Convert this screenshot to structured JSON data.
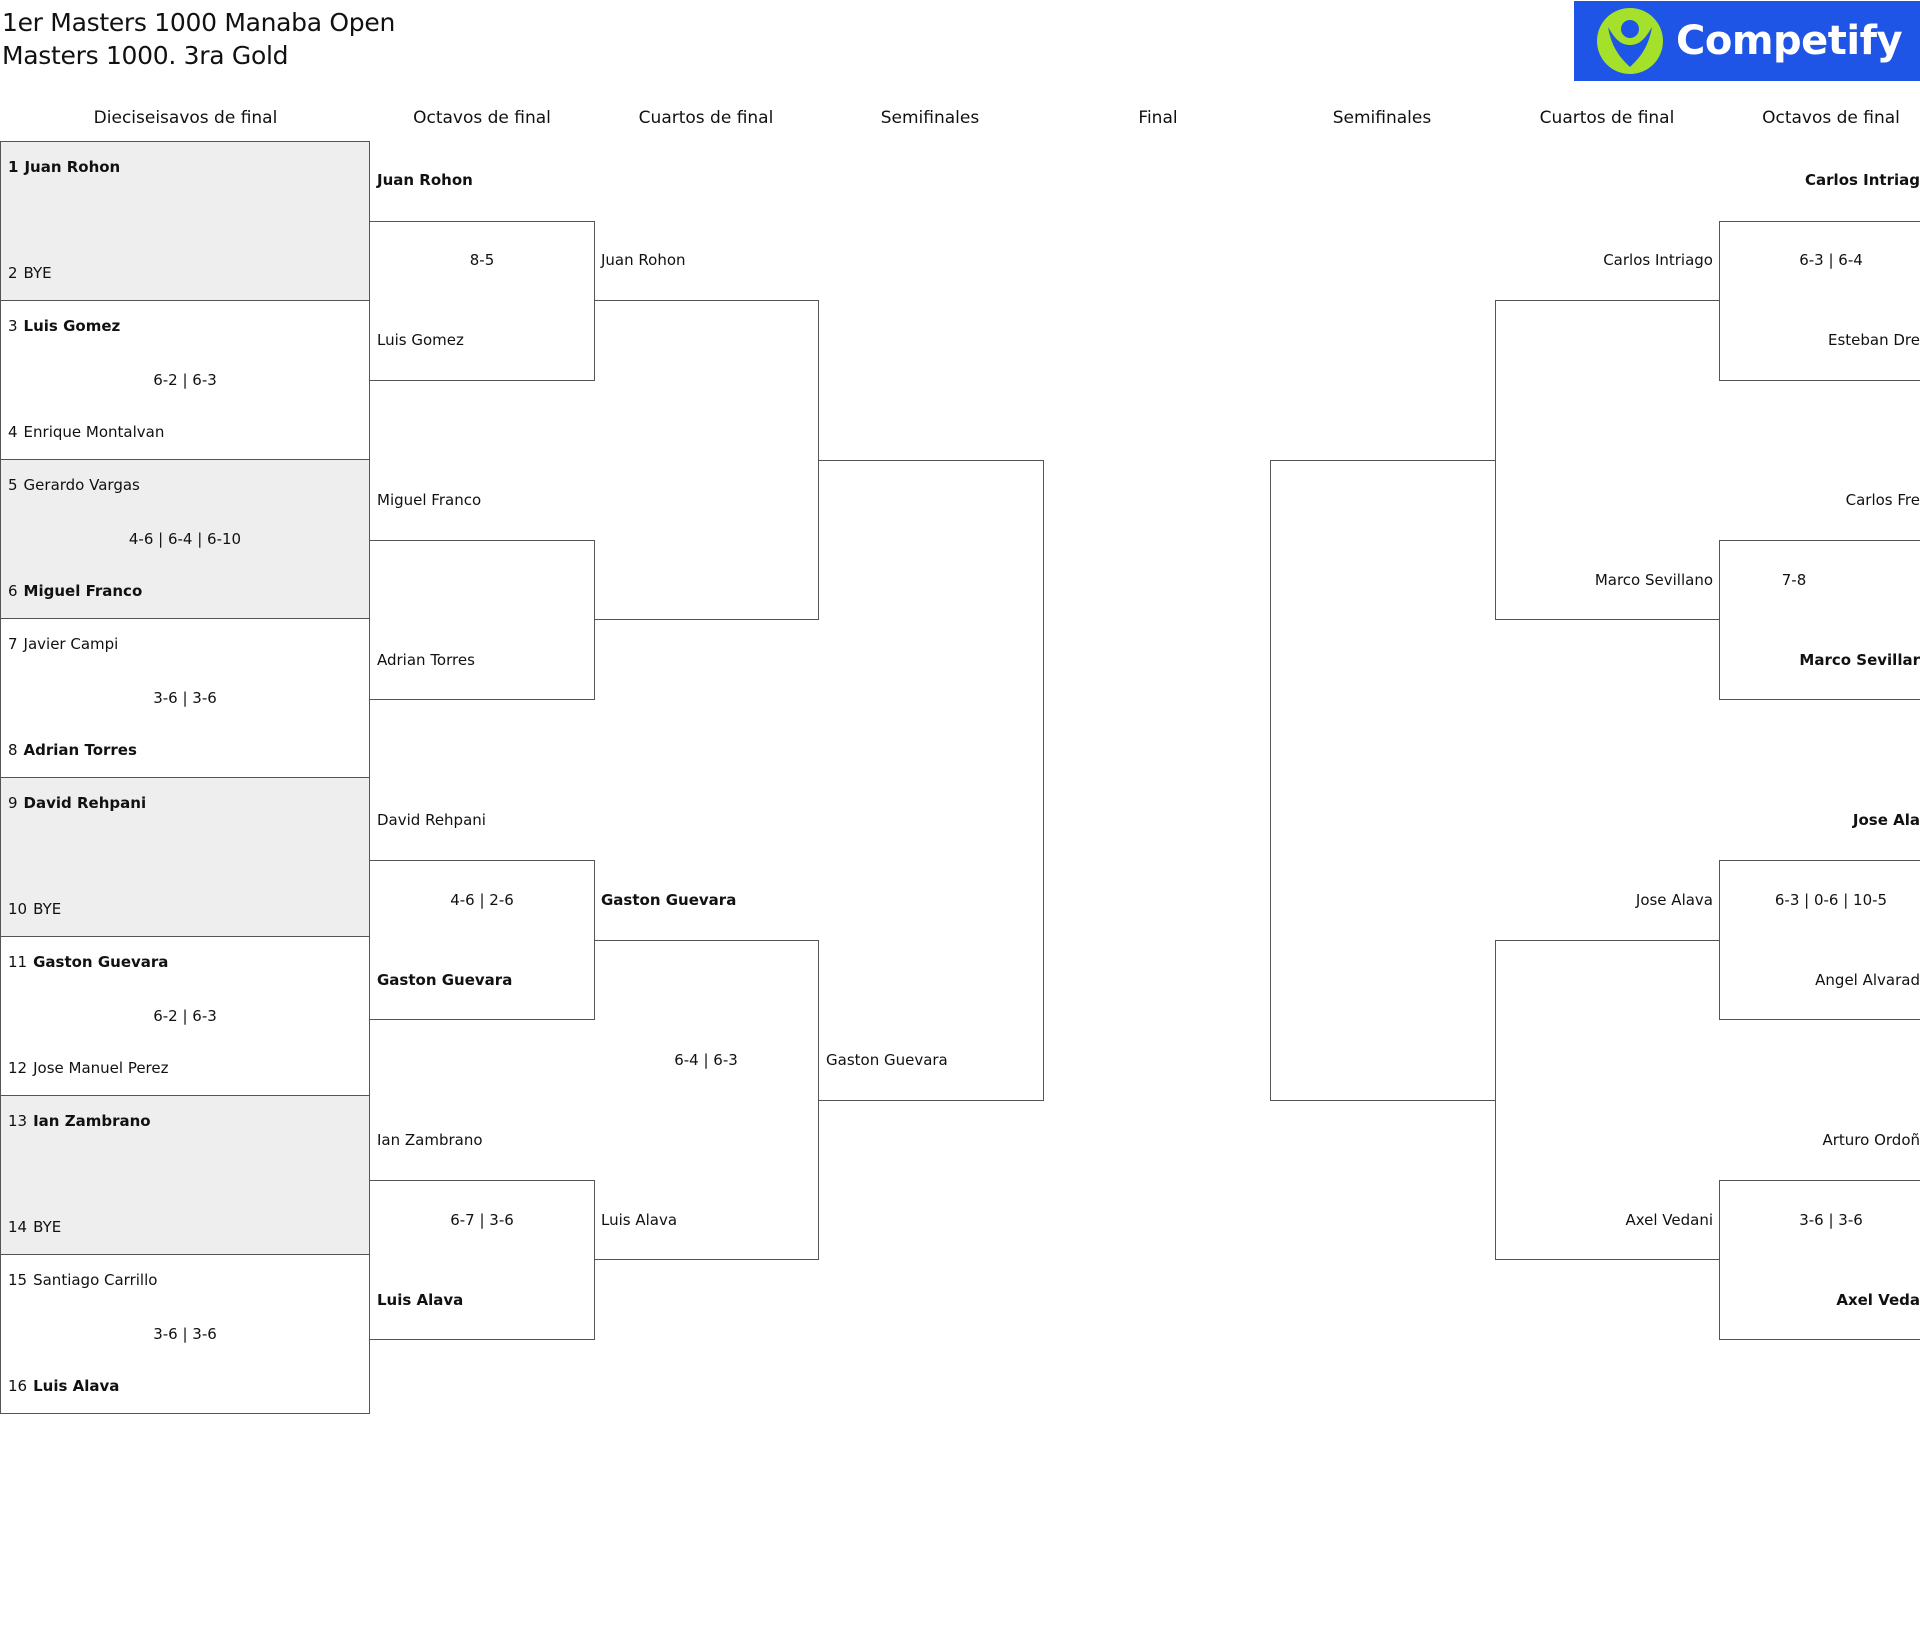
{
  "header": {
    "title": "1er Masters 1000 Manaba Open",
    "subtitle": "Masters 1000. 3ra Gold",
    "logo_text": "Competify",
    "logo_color": "#1f55e6",
    "logo_accent": "#a5e12a"
  },
  "rounds": {
    "r32": "Dieciseisavos de final",
    "r16": "Octavos de final",
    "qf": "Cuartos de final",
    "sf": "Semifinales",
    "final": "Final",
    "sf_right": "Semifinales",
    "qf_right": "Cuartos de final",
    "r16_right": "Octavos de final"
  },
  "r32": [
    {
      "p1_seed": "1",
      "p1": "Juan Rohon",
      "p1_win": true,
      "p2_seed": "2",
      "p2": "BYE",
      "p2_win": false,
      "score": ""
    },
    {
      "p1_seed": "3",
      "p1": "Luis Gomez",
      "p1_win": true,
      "p2_seed": "4",
      "p2": "Enrique Montalvan",
      "p2_win": false,
      "score": "6-2 | 6-3"
    },
    {
      "p1_seed": "5",
      "p1": "Gerardo Vargas",
      "p1_win": false,
      "p2_seed": "6",
      "p2": "Miguel Franco",
      "p2_win": true,
      "score": "4-6 | 6-4 | 6-10"
    },
    {
      "p1_seed": "7",
      "p1": "Javier Campi",
      "p1_win": false,
      "p2_seed": "8",
      "p2": "Adrian Torres",
      "p2_win": true,
      "score": "3-6 | 3-6"
    },
    {
      "p1_seed": "9",
      "p1": "David Rehpani",
      "p1_win": true,
      "p2_seed": "10",
      "p2": "BYE",
      "p2_win": false,
      "score": ""
    },
    {
      "p1_seed": "11",
      "p1": "Gaston Guevara",
      "p1_win": true,
      "p2_seed": "12",
      "p2": "Jose Manuel Perez",
      "p2_win": false,
      "score": "6-2 | 6-3"
    },
    {
      "p1_seed": "13",
      "p1": "Ian Zambrano",
      "p1_win": true,
      "p2_seed": "14",
      "p2": "BYE",
      "p2_win": false,
      "score": ""
    },
    {
      "p1_seed": "15",
      "p1": "Santiago Carrillo",
      "p1_win": false,
      "p2_seed": "16",
      "p2": "Luis Alava",
      "p2_win": true,
      "score": "3-6 | 3-6"
    }
  ],
  "r16_left": [
    {
      "p1": "Juan Rohon",
      "p1_win": true,
      "p2": "Luis Gomez",
      "p2_win": false,
      "score": "8-5"
    },
    {
      "p1": "Miguel Franco",
      "p1_win": false,
      "p2": "Adrian Torres",
      "p2_win": false,
      "score": ""
    },
    {
      "p1": "David Rehpani",
      "p1_win": false,
      "p2": "Gaston Guevara",
      "p2_win": true,
      "score": "4-6 | 2-6"
    },
    {
      "p1": "Ian Zambrano",
      "p1_win": false,
      "p2": "Luis Alava",
      "p2_win": true,
      "score": "6-7 | 3-6"
    }
  ],
  "qf_left": [
    {
      "p1": "Juan Rohon",
      "p1_win": false,
      "p2": "",
      "p2_win": false,
      "score": ""
    },
    {
      "p1": "Gaston Guevara",
      "p1_win": true,
      "p2": "Luis Alava",
      "p2_win": false,
      "score": "6-4 | 6-3"
    }
  ],
  "sf_left": [
    {
      "p1": "",
      "p2": "Gaston Guevara",
      "score": ""
    }
  ],
  "sf_right": [
    {
      "p1": "",
      "p2": "",
      "score": ""
    }
  ],
  "qf_right": [
    {
      "p1": "Carlos Intriago",
      "p2": "Marco Sevillano",
      "score": ""
    },
    {
      "p1": "Jose Alava",
      "p2": "Axel Vedani",
      "score": ""
    }
  ],
  "r16_right": [
    {
      "p1": "Carlos Intriag",
      "p1_win": true,
      "p2": "Esteban Dre",
      "p2_win": false,
      "score": "6-3 | 6-4"
    },
    {
      "p1": "Carlos Fre",
      "p1_win": false,
      "p2": "Marco Sevillar",
      "p2_win": true,
      "score": "7-8"
    },
    {
      "p1": "Jose Ala",
      "p1_win": true,
      "p2": "Angel Alvarad",
      "p2_win": false,
      "score": "6-3 | 0-6 | 10-5"
    },
    {
      "p1": "Arturo Ordoñ",
      "p1_win": false,
      "p2": "Axel Veda",
      "p2_win": true,
      "score": "3-6 | 3-6"
    }
  ]
}
